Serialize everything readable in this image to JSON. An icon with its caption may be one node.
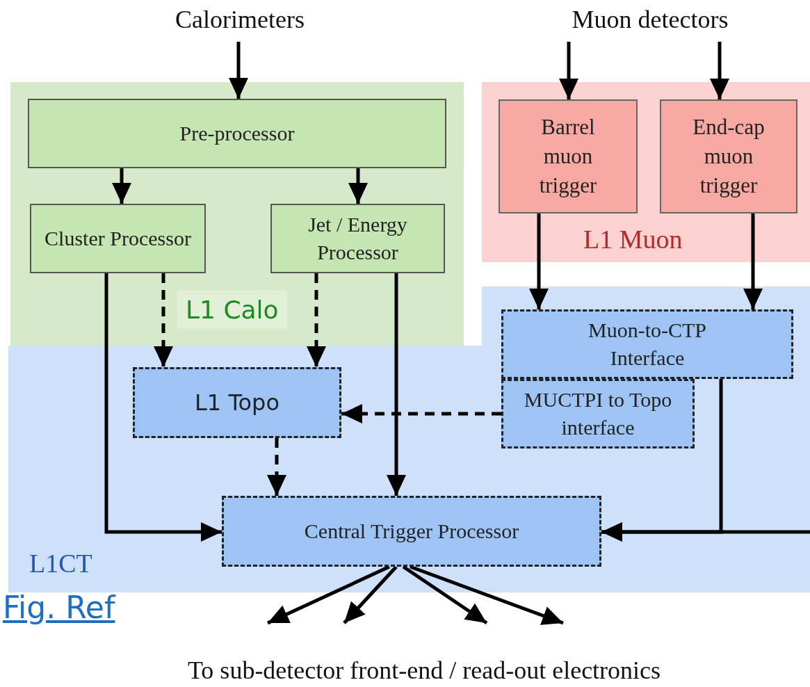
{
  "diagram": {
    "nodes": [
      {
        "text": [
          "Calorimeters"
        ]
      },
      {
        "text": [
          "Muon detectors"
        ]
      },
      {
        "text": [
          "L1 Calo"
        ]
      },
      {
        "text": [
          "Pre-processor"
        ],
        "in": 2
      },
      {
        "text": [
          "Cluster Processor"
        ],
        "in": 2
      },
      {
        "text": [
          "Jet / Energy Processor"
        ],
        "in": 2
      },
      {
        "text": [
          "L1 Muon"
        ]
      },
      {
        "text": [
          "Barrel muon trigger"
        ],
        "in": 6
      },
      {
        "text": [
          "End-cap muon trigger"
        ],
        "in": 6
      },
      {
        "text": [
          "L1CT"
        ]
      },
      {
        "text": [
          "L1 Topo"
        ],
        "in": 9
      },
      {
        "text": [
          "Muon-to-CTP Interface"
        ],
        "in": 9
      },
      {
        "text": [
          "MUCTPI to Topo interface"
        ],
        "in": 9
      },
      {
        "text": [
          "Central Trigger Processor"
        ],
        "in": 9
      },
      {
        "text": [
          "To sub-detector front-end / read-out electronics"
        ]
      }
    ],
    "edges": [
      {
        "from": 0,
        "to": 3,
        "arrow": "to"
      },
      {
        "from": 1,
        "to": 7,
        "arrow": "to"
      },
      {
        "from": 1,
        "to": 8,
        "arrow": "to"
      },
      {
        "from": 3,
        "to": 4,
        "arrow": "to"
      },
      {
        "from": 3,
        "to": 5,
        "arrow": "to"
      },
      {
        "from": 7,
        "to": 11,
        "arrow": "to"
      },
      {
        "from": 8,
        "to": 11,
        "arrow": "to"
      },
      {
        "from": 4,
        "to": 10,
        "arrow": "to",
        "style": "dashed"
      },
      {
        "from": 5,
        "to": 10,
        "arrow": "to",
        "style": "dashed"
      },
      {
        "from": 12,
        "to": 10,
        "arrow": "to",
        "style": "dashed"
      },
      {
        "from": 10,
        "to": 13,
        "arrow": "to",
        "style": "dashed"
      },
      {
        "from": 4,
        "to": 13,
        "arrow": "to"
      },
      {
        "from": 5,
        "to": 13,
        "arrow": "to"
      },
      {
        "from": 11,
        "to": 13,
        "arrow": "to"
      },
      {
        "from": null,
        "to": 13,
        "arrow": "to"
      },
      {
        "from": 13,
        "to": 14,
        "arrow": "to"
      },
      {
        "from": 13,
        "to": 14,
        "arrow": "to"
      },
      {
        "from": 13,
        "to": 14,
        "arrow": "to"
      },
      {
        "from": 13,
        "to": 14,
        "arrow": "to"
      }
    ],
    "labels": [
      "Fig. Ref"
    ]
  }
}
